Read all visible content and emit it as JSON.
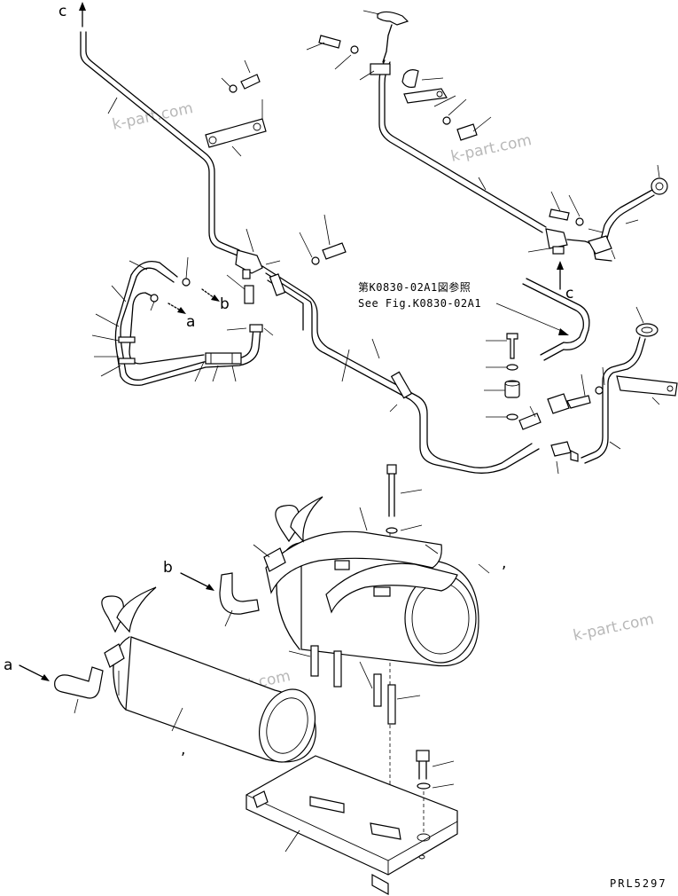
{
  "watermarks": [
    "k-part.com",
    "k-part.com",
    "k-part.com",
    "k-part.com"
  ],
  "reference": {
    "line1": "第K0830-02A1図参照",
    "line2": "See Fig.K0830-02A1"
  },
  "labels": {
    "c_top": "c",
    "c_right": "c",
    "a_upper": "a",
    "b_upper": "b",
    "b_lower": "b",
    "a_lower": "a"
  },
  "drawing_code": "PRL5297"
}
